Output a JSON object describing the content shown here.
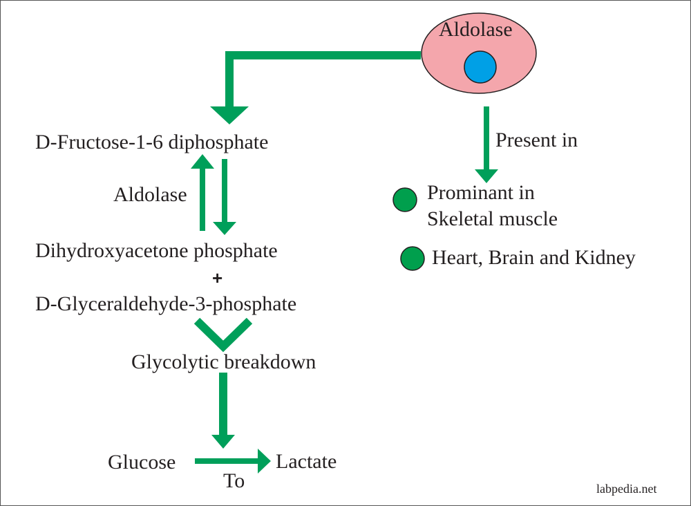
{
  "enzyme": {
    "label": "Aldolase"
  },
  "pathway": {
    "substrate": "D-Fructose-1-6 diphosphate",
    "enzyme_label": "Aldolase",
    "product_1": "Dihydroxyacetone phosphate",
    "plus": "+",
    "product_2": "D-Glyceraldehyde-3-phosphate",
    "breakdown": "Glycolytic breakdown",
    "glucose": "Glucose",
    "to": "To",
    "lactate": "Lactate"
  },
  "distribution": {
    "present_in": "Present in",
    "item_1_line_1": "Prominant in",
    "item_1_line_2": "Skeletal muscle",
    "item_2": "Heart, Brain and Kidney"
  },
  "watermark": "labpedia.net",
  "colors": {
    "arrow_green": "#009f5a",
    "bullet_green": "#009f4d",
    "enzyme_fill": "#f4a6ac",
    "enzyme_core": "#00a0e6",
    "text": "#231f20"
  }
}
